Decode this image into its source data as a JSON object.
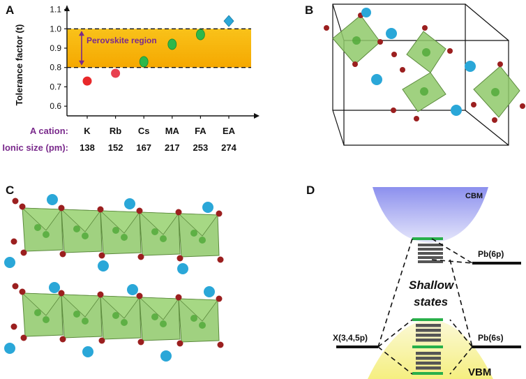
{
  "panels": {
    "a": "A",
    "b": "B",
    "c": "C",
    "d": "D"
  },
  "chart_data": {
    "type": "scatter",
    "title": "",
    "xlabel": "",
    "ylabel": "Tolerance factor (t)",
    "ylim": [
      0.55,
      1.12
    ],
    "yticks": [
      "0.6",
      "0.7",
      "0.8",
      "0.9",
      "1.0",
      "1.1"
    ],
    "categories": [
      "K",
      "Rb",
      "Cs",
      "MA",
      "FA",
      "EA"
    ],
    "values": [
      0.73,
      0.77,
      0.83,
      0.92,
      0.97,
      1.04
    ],
    "point_colors": [
      "#e8282a",
      "#e84050",
      "#2db84a",
      "#2db84a",
      "#2db84a",
      "#2aa7d8"
    ],
    "point_shapes": [
      "circle",
      "circle",
      "ellipse",
      "ellipse",
      "ellipse",
      "diamond"
    ],
    "region": {
      "label": "Perovskite region",
      "ymin": 0.8,
      "ymax": 1.0,
      "color": "#f5a800"
    },
    "row_labels": {
      "cation": "A cation:",
      "size": "Ionic size (pm):"
    },
    "ionic_sizes": [
      "138",
      "152",
      "167",
      "217",
      "253",
      "274"
    ],
    "grid": false
  },
  "diagram_d": {
    "cbm": "CBM",
    "vbm": "VBM",
    "pb6p": "Pb(6p)",
    "pb6s": "Pb(6s)",
    "x_orb": "X(3,4,5p)",
    "shallow1": "Shallow",
    "shallow2": "states"
  },
  "colors": {
    "octahedra": "#8fc96a",
    "oxygen": "#9b1f1f",
    "cation": "#2aa7d8",
    "cbm": "#9a9ef0",
    "vbm": "#f7f29a"
  }
}
